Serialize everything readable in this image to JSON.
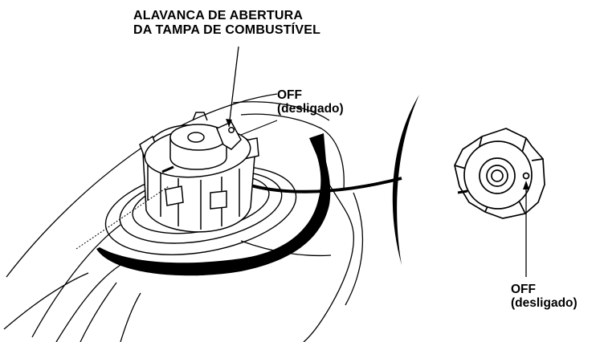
{
  "labels": {
    "lever": {
      "line1": "ALAVANCA DE ABERTURA",
      "line2": "DA TAMPA DE COMBUSTÍVEL"
    },
    "off_top": {
      "line1": "OFF",
      "line2": "(desligado)"
    },
    "off_right": {
      "line1": "OFF",
      "line2": "(desligado)"
    }
  },
  "colors": {
    "ink": "#000000",
    "background": "#ffffff"
  }
}
